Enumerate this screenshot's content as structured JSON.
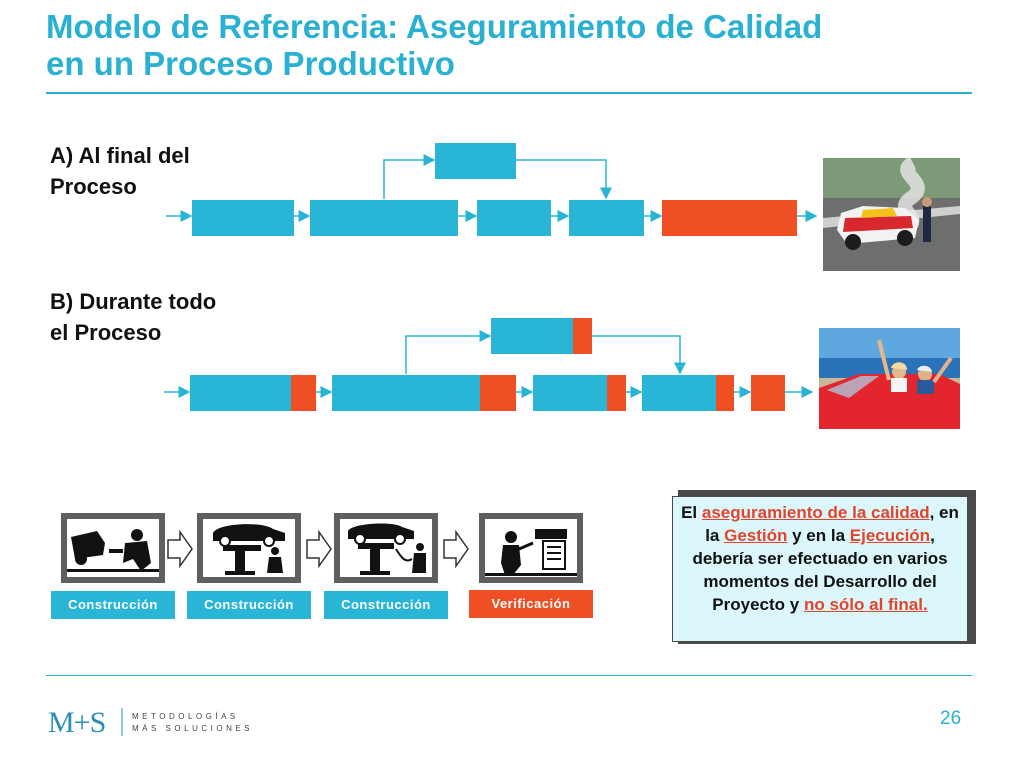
{
  "title": {
    "line1": "Modelo de Referencia: Aseguramiento de Calidad",
    "line2": "en un Proceso Productivo"
  },
  "section_a": {
    "line1": "A) Al final del",
    "line2": "Proceso"
  },
  "section_b": {
    "line1": "B) Durante todo",
    "line2": "el  Proceso"
  },
  "steps": [
    {
      "label": "Construcción",
      "icon": "car-repair-icon"
    },
    {
      "label": "Construcción",
      "icon": "car-lift-icon"
    },
    {
      "label": "Construcción",
      "icon": "car-lift-inspection-icon"
    },
    {
      "label": "Verificación",
      "icon": "vehicle-diagnostics-icon"
    }
  ],
  "callout": {
    "t1": "El ",
    "u1": "aseguramiento de la calidad",
    "t2": ", en la ",
    "u2": "Gestión",
    "t3": " y en la ",
    "u3": "Ejecución",
    "t4": ", debería ser efectuado en varios momentos del Desarrollo del Proyecto y ",
    "u4": "no sólo al final."
  },
  "logo": {
    "mark": "M+S",
    "line1": "METODOLOGÍAS",
    "line2": "MÁS SOLUCIONES"
  },
  "page_number": "26",
  "colors": {
    "accent": "#2ab0d2",
    "block": "#29b5d6",
    "quality": "#f04e23",
    "callout_bg": "#dcf7fc"
  },
  "images": {
    "broken_car": "race car smoking on track",
    "happy_drivers": "couple in red convertible at the beach"
  }
}
